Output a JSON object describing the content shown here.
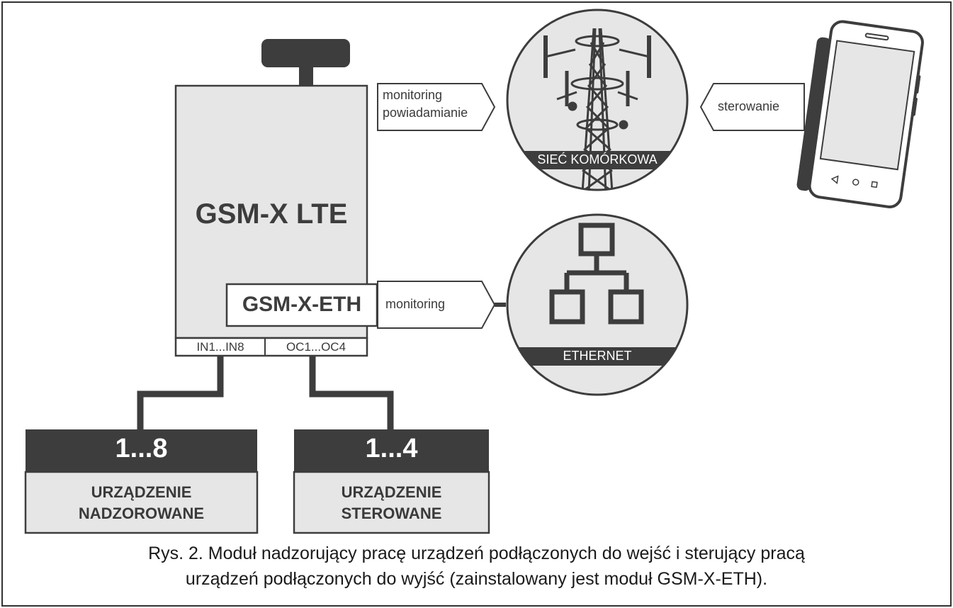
{
  "device": {
    "name": "GSM-X LTE",
    "module": "GSM-X-ETH",
    "inputs_label": "IN1...IN8",
    "outputs_label": "OC1...OC4"
  },
  "arrows": {
    "to_tower_line1": "monitoring",
    "to_tower_line2": "powiadamianie",
    "from_phone": "sterowanie",
    "to_ethernet": "monitoring"
  },
  "networks": {
    "cellular": "SIEĆ KOMÓRKOWA",
    "ethernet": "ETHERNET"
  },
  "boxes": [
    {
      "count": "1...8",
      "line1": "URZĄDZENIE",
      "line2": "NADZOROWANE"
    },
    {
      "count": "1...4",
      "line1": "URZĄDZENIE",
      "line2": "STEROWANE"
    }
  ],
  "caption": {
    "line1": "Rys. 2. Moduł nadzorujący pracę urządzeń podłączonych do wejść i sterujący pracą",
    "line2": "urządzeń podłączonych do wyjść (zainstalowany jest moduł GSM-X-ETH)."
  },
  "colors": {
    "dark": "#3d3d3d",
    "light_fill": "#e6e6e6",
    "outline": "#3d3d3d"
  }
}
